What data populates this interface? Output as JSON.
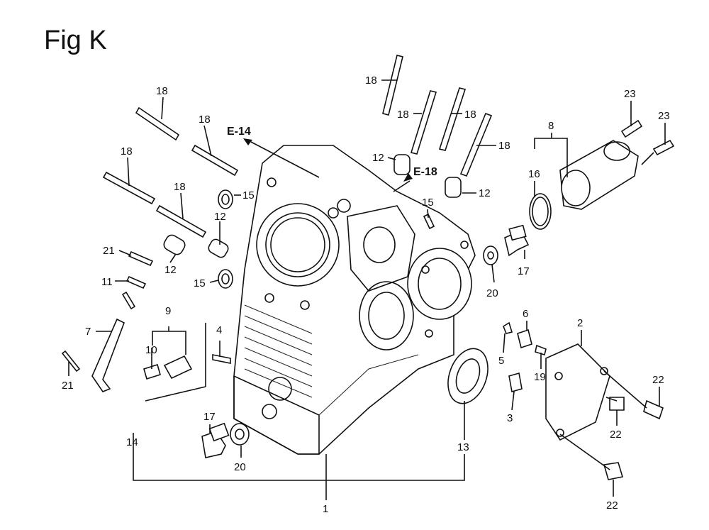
{
  "title": "Fig K",
  "refs": {
    "e14": "E-14",
    "e18": "E-18"
  },
  "callouts": [
    {
      "id": "c18a",
      "text": "18"
    },
    {
      "id": "c18b",
      "text": "18"
    },
    {
      "id": "c18c",
      "text": "18"
    },
    {
      "id": "c18d",
      "text": "18"
    },
    {
      "id": "c18e",
      "text": "18"
    },
    {
      "id": "c18f",
      "text": "18"
    },
    {
      "id": "c18g",
      "text": "18"
    },
    {
      "id": "c18h",
      "text": "18"
    },
    {
      "id": "c12a",
      "text": "12"
    },
    {
      "id": "c12b",
      "text": "12"
    },
    {
      "id": "c12c",
      "text": "12"
    },
    {
      "id": "c12d",
      "text": "12"
    },
    {
      "id": "c15a",
      "text": "15"
    },
    {
      "id": "c15b",
      "text": "15"
    },
    {
      "id": "c15c",
      "text": "15"
    },
    {
      "id": "c21a",
      "text": "21"
    },
    {
      "id": "c21b",
      "text": "21"
    },
    {
      "id": "c11",
      "text": "11"
    },
    {
      "id": "c7",
      "text": "7"
    },
    {
      "id": "c9",
      "text": "9"
    },
    {
      "id": "c10",
      "text": "10"
    },
    {
      "id": "c4",
      "text": "4"
    },
    {
      "id": "c14",
      "text": "14"
    },
    {
      "id": "c17a",
      "text": "17"
    },
    {
      "id": "c17b",
      "text": "17"
    },
    {
      "id": "c20a",
      "text": "20"
    },
    {
      "id": "c20b",
      "text": "20"
    },
    {
      "id": "c1",
      "text": "1"
    },
    {
      "id": "c13",
      "text": "13"
    },
    {
      "id": "c16",
      "text": "16"
    },
    {
      "id": "c8",
      "text": "8"
    },
    {
      "id": "c23a",
      "text": "23"
    },
    {
      "id": "c23b",
      "text": "23"
    },
    {
      "id": "c6",
      "text": "6"
    },
    {
      "id": "c5",
      "text": "5"
    },
    {
      "id": "c19",
      "text": "19"
    },
    {
      "id": "c3",
      "text": "3"
    },
    {
      "id": "c2",
      "text": "2"
    },
    {
      "id": "c22a",
      "text": "22"
    },
    {
      "id": "c22b",
      "text": "22"
    },
    {
      "id": "c22c",
      "text": "22"
    }
  ]
}
